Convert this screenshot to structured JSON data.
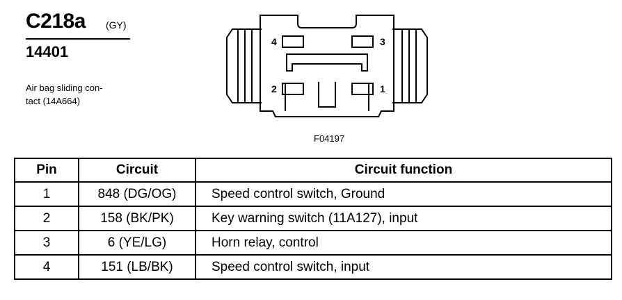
{
  "connector": {
    "id": "C218a",
    "color": "(GY)",
    "part_number": "14401",
    "description_lines": [
      "Air bag sliding con-",
      "tact (14A664)"
    ]
  },
  "figure": {
    "id": "F04197",
    "pin_labels": [
      "4",
      "3",
      "2",
      "1"
    ]
  },
  "table": {
    "headers": {
      "pin": "Pin",
      "circuit": "Circuit",
      "function": "Circuit function"
    },
    "rows": [
      {
        "pin": "1",
        "circuit": "848 (DG/OG)",
        "function": "Speed control switch, Ground"
      },
      {
        "pin": "2",
        "circuit": "158 (BK/PK)",
        "function": "Key warning switch (11A127), input"
      },
      {
        "pin": "3",
        "circuit": "6 (YE/LG)",
        "function": "Horn relay, control"
      },
      {
        "pin": "4",
        "circuit": "151 (LB/BK)",
        "function": "Speed control switch, input"
      }
    ]
  }
}
